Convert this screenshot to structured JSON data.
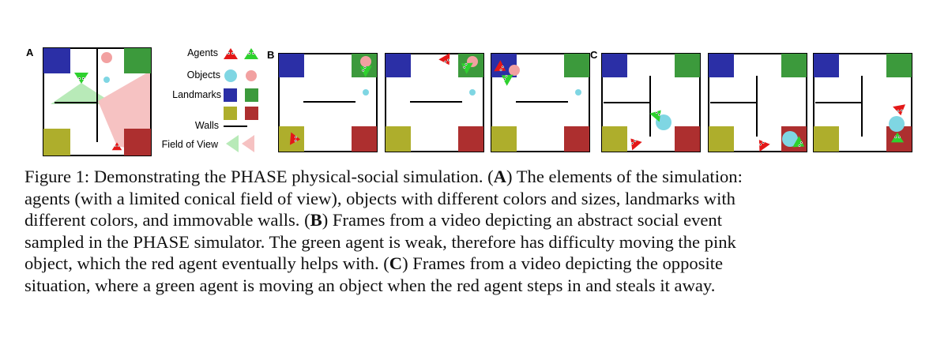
{
  "colors": {
    "landmark_blue": "#2b2fa6",
    "landmark_green": "#3c9a3c",
    "landmark_olive": "#aeae2c",
    "landmark_red": "#ad2f2f",
    "agent_red": "#e31818",
    "agent_green": "#2ed12e",
    "object_pink": "#f2a1a1",
    "object_cyan": "#7fd6e3",
    "fov_green": "#b8eab8",
    "fov_pink": "#f6c2c2",
    "wall": "#000000"
  },
  "figure": {
    "panel_a_label": "A",
    "panel_b_label": "B",
    "panel_c_label": "C",
    "legend": {
      "agents": "Agents",
      "objects": "Objects",
      "landmarks": "Landmarks",
      "walls": "Walls",
      "field_of_view": "Field of View"
    }
  },
  "caption": {
    "lines": [
      [
        "Figure 1: Demonstrating the PHASE physical-social simulation. (",
        {
          "b": "A"
        },
        ") The elements of the simulation:"
      ],
      [
        "agents (with a limited conical field of view), objects with different colors and sizes, landmarks with"
      ],
      [
        "different colors, and immovable walls. (",
        {
          "b": "B"
        },
        ") Frames from a video depicting an abstract social event"
      ],
      [
        "sampled in the PHASE simulator. The green agent is weak, therefore has difficulty moving the pink"
      ],
      [
        "object, which the red agent eventually helps with. (",
        {
          "b": "C"
        },
        ") Frames from a video depicting the opposite"
      ],
      [
        "situation, where a green agent is moving an object when the red agent steps in and steals it away."
      ]
    ]
  }
}
